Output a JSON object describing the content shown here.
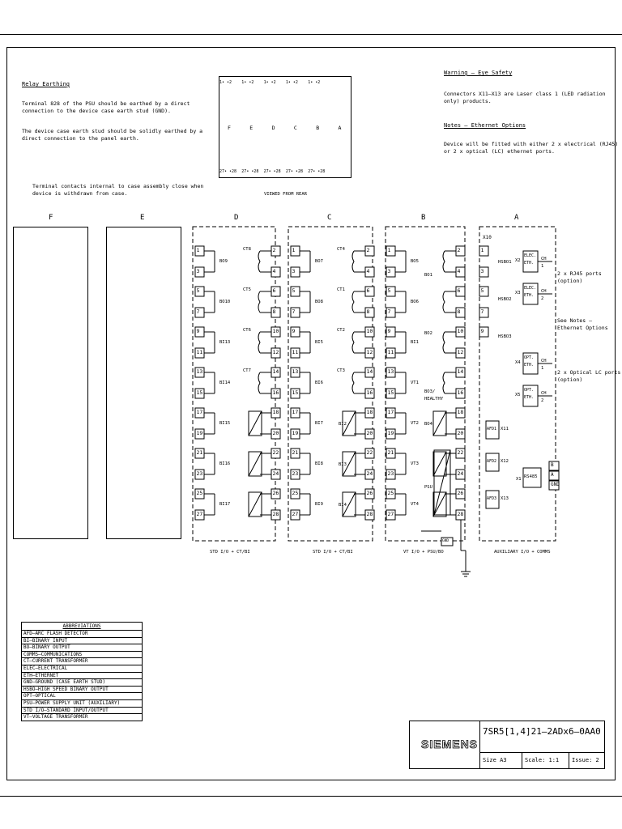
{
  "notes": {
    "relay_earthing_title": "Relay Earthing",
    "relay_earthing_p1": "Terminal 828 of the PSU should be earthed by a direct\nconnection to the device case earth stud (GND).",
    "relay_earthing_p2": "The device case earth stud should be solidly earthed by a\ndirect connection to the panel earth.",
    "terminal_contacts": "Terminal contacts internal to case assembly close when\ndevice is withdrawn from case.",
    "warning_title": "Warning – Eye Safety",
    "warning_text": "Connectors X11–X13 are Laser class 1 (LED radiation\nonly) products.",
    "ethernet_title": "Notes – Ethernet Options",
    "ethernet_text": "Device will be fitted with either 2 x electrical (RJ45)\nor 2 x optical (LC) ethernet ports."
  },
  "rear_view": {
    "caption": "VIEWED FROM REAR",
    "slots": [
      "F",
      "E",
      "D",
      "C",
      "B",
      "A"
    ],
    "top_labels": [
      "1•  •2",
      "1•  •2",
      "1•  •2",
      "1•  •2",
      "1•  •2"
    ],
    "bottom_labels": [
      "27•  •28",
      "27•  •28",
      "27•  •28",
      "27•  •28",
      "27•  •28"
    ]
  },
  "modules": {
    "headers": [
      "F",
      "E",
      "D",
      "C",
      "B",
      "A"
    ],
    "D": {
      "left_terminals": [
        "1",
        "3",
        "5",
        "7",
        "9",
        "11",
        "13",
        "15",
        "17",
        "19",
        "21",
        "23",
        "25",
        "27"
      ],
      "right_terminals": [
        "2",
        "4",
        "6",
        "8",
        "10",
        "12",
        "14",
        "16",
        "18",
        "20",
        "22",
        "24",
        "26",
        "28"
      ],
      "left_labels": [
        "BO9",
        "BO10",
        "BI13",
        "BI14",
        "BI15",
        "BI16",
        "BI17"
      ],
      "ct_labels": [
        "CT8",
        "CT5",
        "CT6",
        "CT7"
      ],
      "caption": "STD I/O + CT/BI"
    },
    "C": {
      "left_labels": [
        "BO7",
        "BO8",
        "BI5",
        "BI6",
        "BI7",
        "BI8",
        "BI9"
      ],
      "ct_labels": [
        "CT4",
        "CT1",
        "CT2",
        "CT3"
      ],
      "right_labels": [
        "BI2",
        "BI3",
        "BI4"
      ],
      "caption": "STD I/O + CT/BI"
    },
    "B": {
      "left_labels": [
        "BO5",
        "BO6",
        "BI1",
        "VT1",
        "VT2",
        "VT3",
        "VT4"
      ],
      "right_labels": [
        "BO1",
        "BO2",
        "BO3/\nHEALTHY",
        "BO4",
        "PSU"
      ],
      "caption": "VT I/O + PSU/BO"
    },
    "A": {
      "terminal_header": "X10",
      "hsbo": [
        "HSBO1",
        "HSBO2",
        "HSBO3"
      ],
      "x_labels": [
        "X2",
        "X3",
        "X4",
        "X5",
        "X1"
      ],
      "eth": [
        "ELEC.\nETH.",
        "ELEC.\nETH.",
        "OPT.\nETH.",
        "OPT.\nETH."
      ],
      "ch": [
        "CH\n1",
        "CH\n2",
        "CH\n1",
        "CH\n2"
      ],
      "afd": [
        "AFD1",
        "AFD2",
        "AFD3"
      ],
      "afd_x": [
        "X11",
        "X12",
        "X13"
      ],
      "rs485": "RS485",
      "rs485_terms": [
        "B",
        "A",
        "GND"
      ],
      "notes": [
        "2 x RJ45 ports\n(option)",
        "See Notes –\nEthernet Options",
        "2 x Optical LC ports\n(option)"
      ],
      "caption": "AUXILIARY I/O + COMMS"
    }
  },
  "abbreviations": {
    "title": "ABBREVIATIONS",
    "items": [
      "AFD–ARC FLASH DETECTOR",
      "BI–BINARY INPUT",
      "BO–BINARY OUTPUT",
      "COMMS–COMMUNICATIONS",
      "CT–CURRENT TRANSFORMER",
      "ELEC–ELECTRICAL",
      "ETH–ETHERNET",
      "GND–GROUND (CASE EARTH STUD)",
      "HSBO–HIGH SPEED BINARY OUTPUT",
      "OPT–OPTICAL",
      "PSU–POWER SUPPLY UNIT (AUXILIARY)",
      "STD I/O–STANDARD INPUT/OUTPUT",
      "VT–VOLTAGE TRANSFORMER"
    ]
  },
  "title_block": {
    "brand": "SIEMENS",
    "part_number": "7SR5[1,4]21–2ADx6–0AA0",
    "size": "Size A3",
    "scale": "Scale: 1:1",
    "issue": "Issue: 2"
  }
}
